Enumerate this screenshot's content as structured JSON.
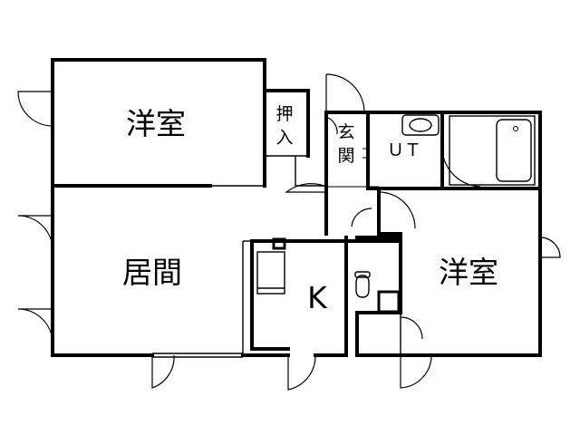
{
  "rooms": {
    "western_room_top": "洋室",
    "closet": [
      "押",
      "入"
    ],
    "entrance": [
      "玄",
      "関"
    ],
    "unit_bath": "ＵＴ",
    "living_room": "居間",
    "kitchen": "K",
    "western_room_right": "洋室"
  }
}
